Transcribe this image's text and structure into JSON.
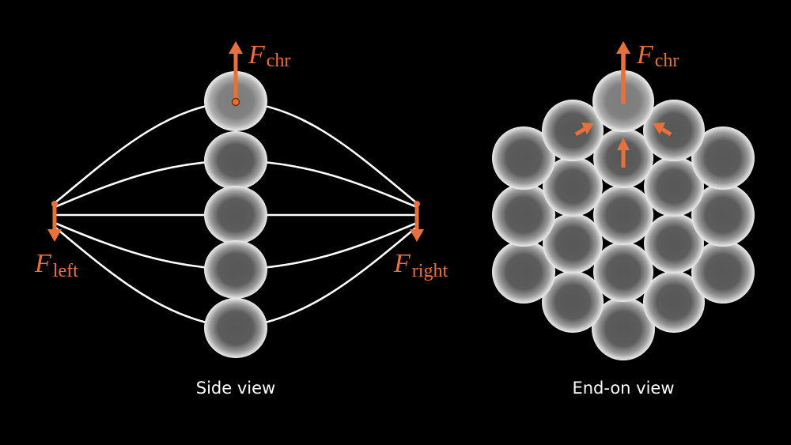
{
  "side_view": {
    "caption": "Side view",
    "labels": {
      "chr": {
        "symbol": "F",
        "subscript": "chr"
      },
      "left": {
        "symbol": "F",
        "subscript": "left"
      },
      "right": {
        "symbol": "F",
        "subscript": "right"
      }
    }
  },
  "end_on_view": {
    "caption": "End-on view",
    "labels": {
      "chr": {
        "symbol": "F",
        "subscript": "chr"
      }
    }
  },
  "colors": {
    "background": "#000000",
    "force_arrow": "#e8703a",
    "bead_edge": "#e6e6e6",
    "bead_core": "#5a5a5a",
    "spring_line": "#ffffff"
  }
}
